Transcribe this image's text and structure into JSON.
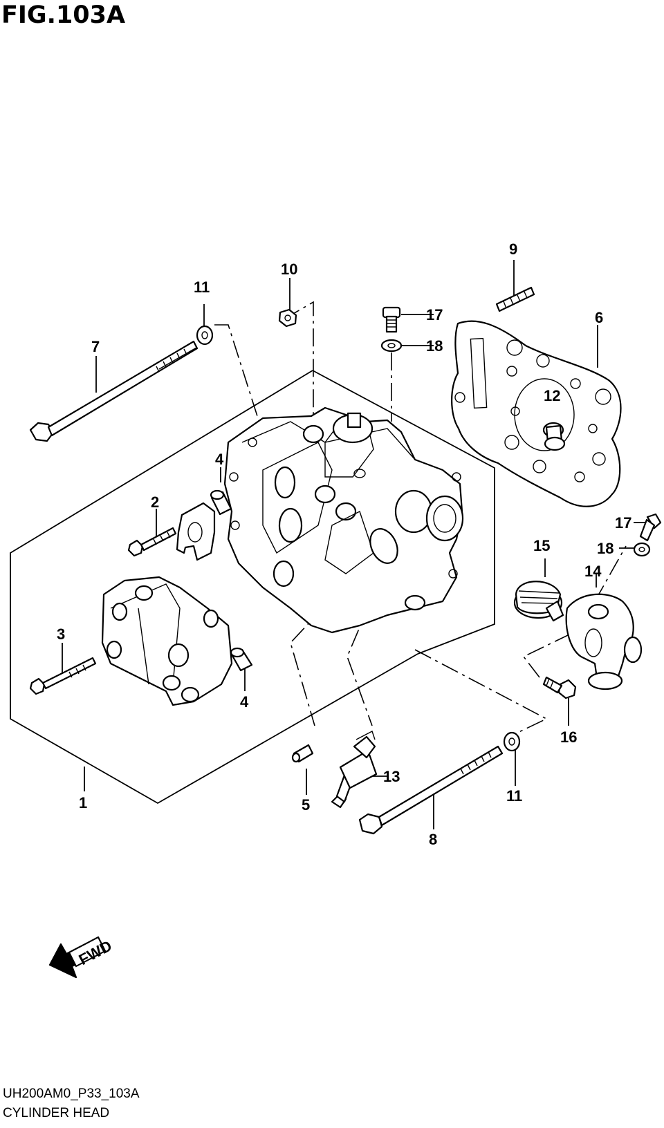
{
  "figure": {
    "title": "FIG.103A",
    "doc_code": "UH200AM0_P33_103A",
    "doc_name": "CYLINDER HEAD",
    "direction_label": "FWD"
  },
  "callouts": [
    "1",
    "2",
    "3",
    "4",
    "4",
    "5",
    "6",
    "7",
    "8",
    "9",
    "10",
    "11",
    "11",
    "12",
    "13",
    "14",
    "15",
    "16",
    "17",
    "17",
    "18",
    "18"
  ]
}
